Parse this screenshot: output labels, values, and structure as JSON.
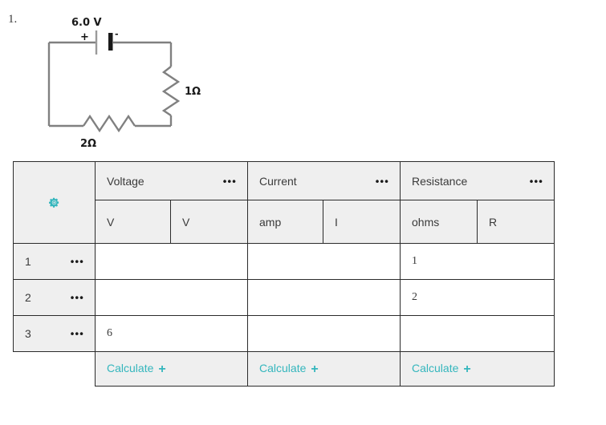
{
  "question": {
    "number": "1."
  },
  "circuit": {
    "battery_label": "6.0 V",
    "positive_sign": "+",
    "negative_sign": "-",
    "resistor_right_label": "1Ω",
    "resistor_bottom_label": "2Ω",
    "wire_color": "#808080"
  },
  "colors": {
    "accent_teal": "#34b6bd",
    "header_background": "#efefef",
    "text": "#3a3a3a",
    "border": "#2b2b2b"
  },
  "table": {
    "settings_icon": "gear-icon",
    "column_groups": [
      {
        "label": "Voltage",
        "menu_icon": "•••",
        "sub_headers": [
          "V",
          "V"
        ]
      },
      {
        "label": "Current",
        "menu_icon": "•••",
        "sub_headers": [
          "amp",
          "I"
        ]
      },
      {
        "label": "Resistance",
        "menu_icon": "•••",
        "sub_headers": [
          "ohms",
          "R"
        ]
      }
    ],
    "rows": [
      {
        "number": "1",
        "menu_icon": "•••",
        "voltage": "",
        "current": "",
        "resistance": "1"
      },
      {
        "number": "2",
        "menu_icon": "•••",
        "voltage": "",
        "current": "",
        "resistance": "2"
      },
      {
        "number": "3",
        "menu_icon": "•••",
        "voltage": "6",
        "current": "",
        "resistance": ""
      }
    ],
    "footer": {
      "calculate_label": "Calculate",
      "plus_icon": "+"
    }
  }
}
